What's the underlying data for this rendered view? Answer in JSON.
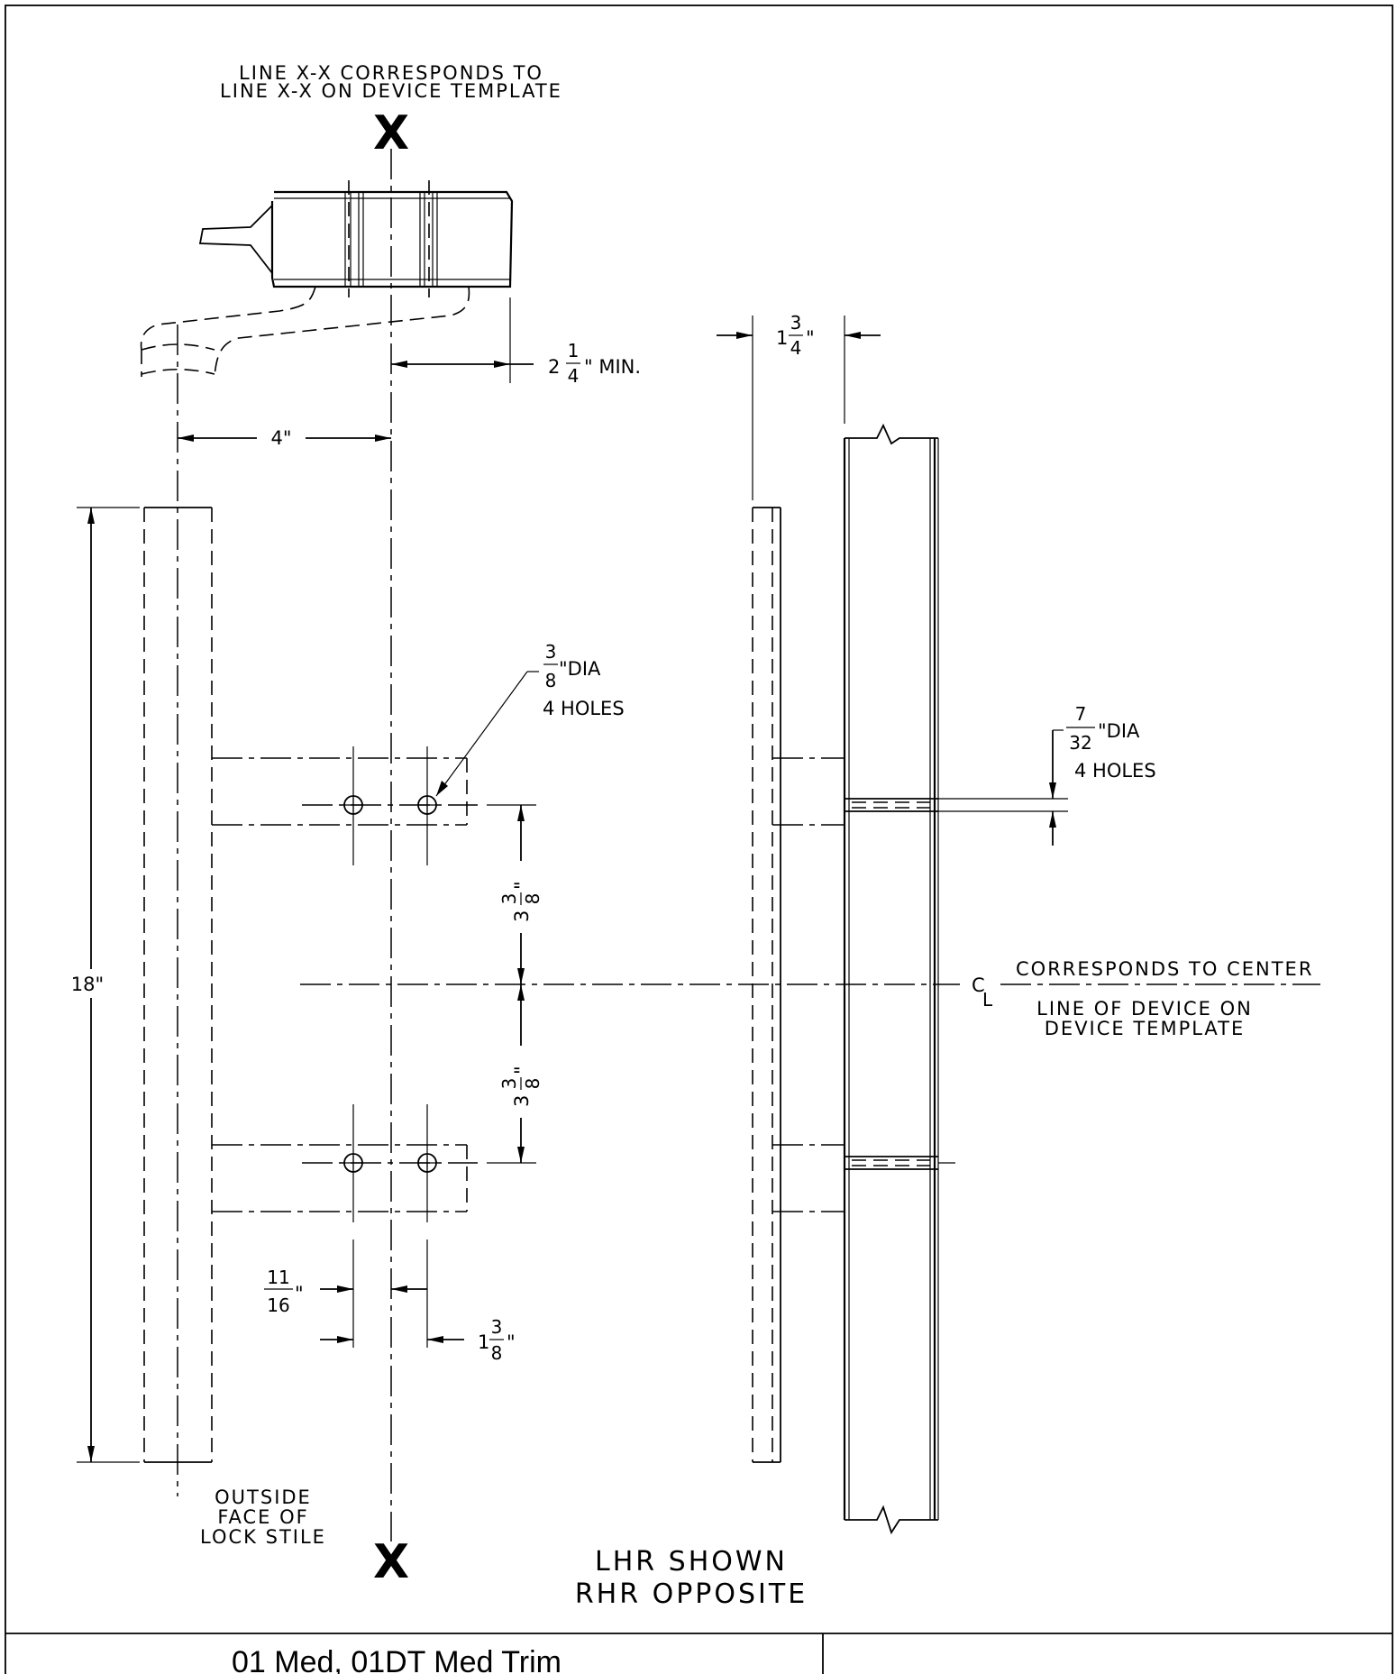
{
  "notes": {
    "line_xx_1": "LINE X-X CORRESPONDS TO",
    "line_xx_2": "LINE X-X ON DEVICE TEMPLATE",
    "x_top": "X",
    "x_bottom": "X",
    "outside_1": "OUTSIDE",
    "outside_2": "FACE OF",
    "outside_3": "LOCK STILE",
    "handing_1": "LHR SHOWN",
    "handing_2": "RHR OPPOSITE",
    "cl_symbol_c": "C",
    "cl_symbol_l": "L",
    "cl_1": "CORRESPONDS TO CENTER",
    "cl_2": "LINE OF DEVICE ON",
    "cl_3": "DEVICE TEMPLATE"
  },
  "dimensions": {
    "min_offset": {
      "whole": "2",
      "num": "1",
      "den": "4",
      "suffix": "\" MIN."
    },
    "door_thickness": {
      "whole": "1",
      "num": "3",
      "den": "4",
      "suffix": "\""
    },
    "stile_offset": "4\"",
    "pull_length": "18\"",
    "hole_dia_large": {
      "num": "3",
      "den": "8",
      "suffix": "\"DIA",
      "count": "4 HOLES"
    },
    "hole_dia_small": {
      "num": "7",
      "den": "32",
      "suffix": "\"DIA",
      "count": "4 HOLES"
    },
    "hole_spacing_upper": {
      "whole": "3",
      "num": "3",
      "den": "8",
      "suffix": "\""
    },
    "hole_spacing_lower": {
      "whole": "3",
      "num": "3",
      "den": "8",
      "suffix": "\""
    },
    "hole_offset_small": {
      "num": "11",
      "den": "16",
      "suffix": "\""
    },
    "hole_offset_large": {
      "whole": "1",
      "num": "3",
      "den": "8",
      "suffix": "\""
    }
  },
  "title_block": {
    "title": "01 Med, 01DT Med Trim"
  }
}
